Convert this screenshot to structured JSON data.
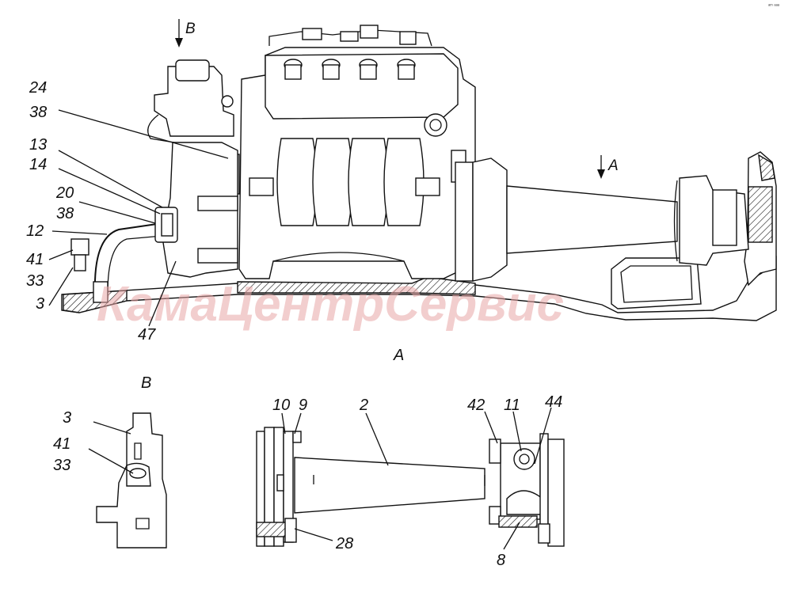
{
  "watermark": "КамаЦентрСервис",
  "corner_mark": "ᵃᵐ ᵃᵃᵃ",
  "views": {
    "view_b_arrow": "B",
    "view_a_arrow": "A",
    "view_a_title": "A",
    "view_b_title": "B"
  },
  "main_callouts": {
    "c24": "24",
    "c38a": "38",
    "c13": "13",
    "c14": "14",
    "c20": "20",
    "c38b": "38",
    "c12": "12",
    "c41": "41",
    "c33": "33",
    "c3": "3",
    "c47": "47"
  },
  "view_b_callouts": {
    "c3": "3",
    "c41": "41",
    "c33": "33"
  },
  "view_a_callouts": {
    "c10": "10",
    "c9": "9",
    "c2": "2",
    "c42": "42",
    "c11": "11",
    "c44": "44",
    "c28": "28",
    "c8": "8"
  },
  "colors": {
    "line": "#111111",
    "watermark": "#e8a5a5"
  }
}
